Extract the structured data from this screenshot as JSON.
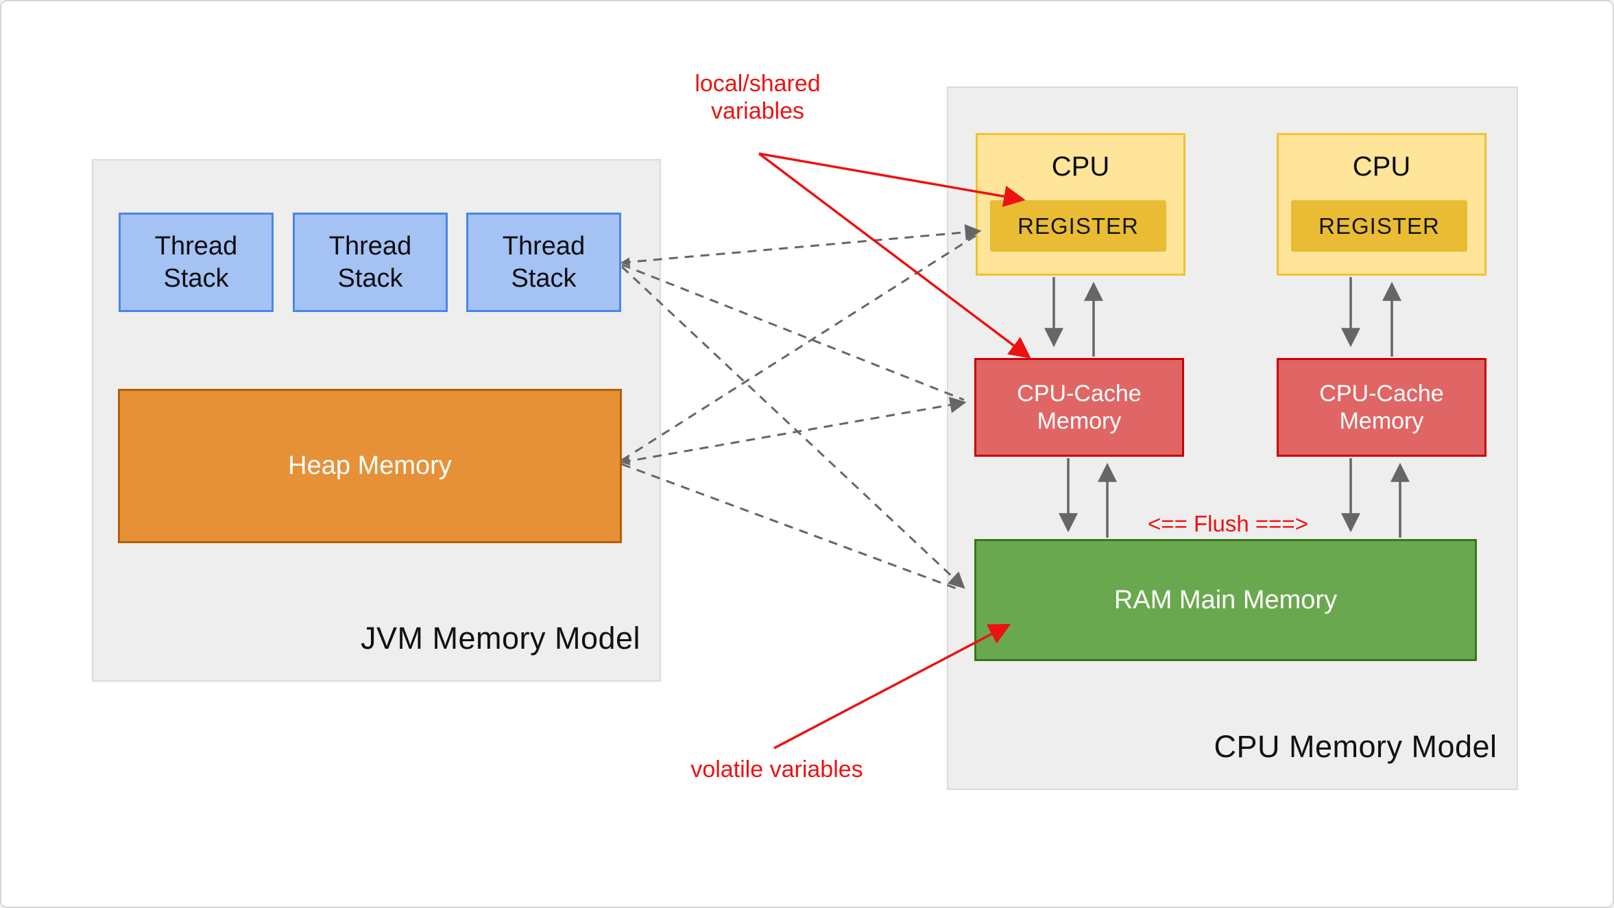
{
  "jvm_panel": {
    "title": "JVM Memory Model",
    "thread_stacks": [
      {
        "label": "Thread Stack"
      },
      {
        "label": "Thread Stack"
      },
      {
        "label": "Thread Stack"
      }
    ],
    "heap_label": "Heap Memory"
  },
  "cpu_panel": {
    "title": "CPU Memory Model",
    "cpus": [
      {
        "label": "CPU",
        "register_label": "REGISTER"
      },
      {
        "label": "CPU",
        "register_label": "REGISTER"
      }
    ],
    "caches": [
      {
        "line1": "CPU-Cache",
        "line2": "Memory"
      },
      {
        "line1": "CPU-Cache",
        "line2": "Memory"
      }
    ],
    "ram_label": "RAM Main Memory",
    "flush_label": "<== Flush ===>"
  },
  "annotations": {
    "local_shared": {
      "line1": "local/shared",
      "line2": "variables"
    },
    "volatile_label": "volatile variables"
  },
  "colors": {
    "panel_bg": "#eeeeee",
    "thread_fill": "#a4c2f4",
    "thread_border": "#4a86e8",
    "heap_fill": "#e69138",
    "heap_border": "#b45f06",
    "cpu_fill": "#ffe599",
    "cpu_border": "#f1c232",
    "register_fill": "#e9bc34",
    "cache_fill": "#e06666",
    "cache_border": "#cc0000",
    "ram_fill": "#6aa84f",
    "ram_border": "#38761d",
    "arrow_gray": "#666666",
    "annotation_red": "#ee1111"
  }
}
